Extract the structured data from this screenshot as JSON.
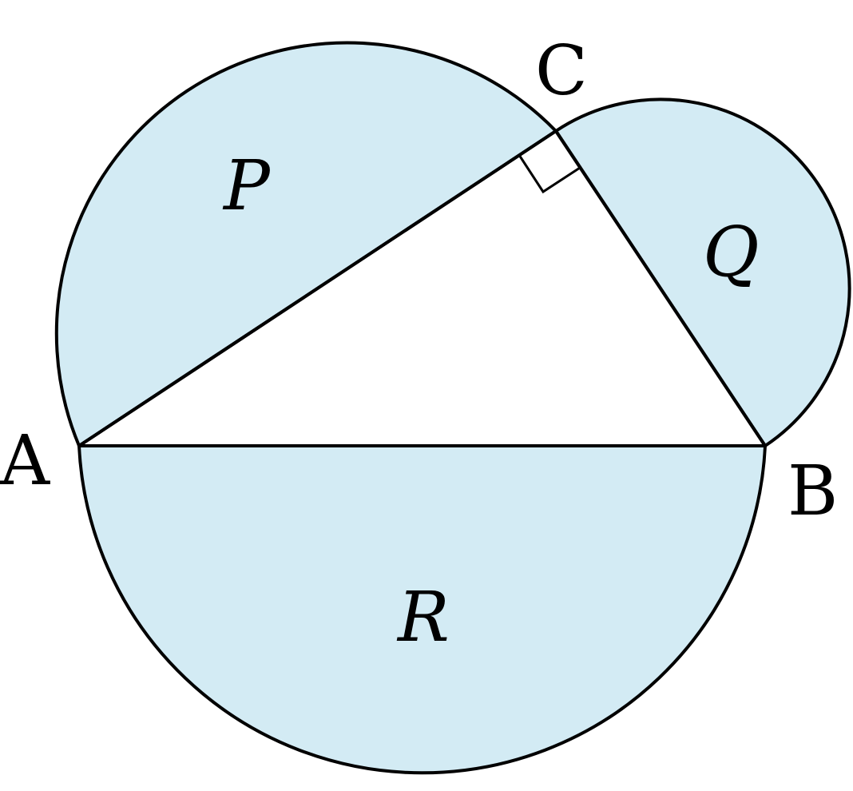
{
  "diagram": {
    "fill_color": "#d3ebf4",
    "stroke_color": "#000000",
    "vertices": {
      "A": "A",
      "B": "B",
      "C": "C"
    },
    "regions": {
      "P": "P",
      "Q": "Q",
      "R": "R"
    },
    "right_angle_at": "C"
  }
}
